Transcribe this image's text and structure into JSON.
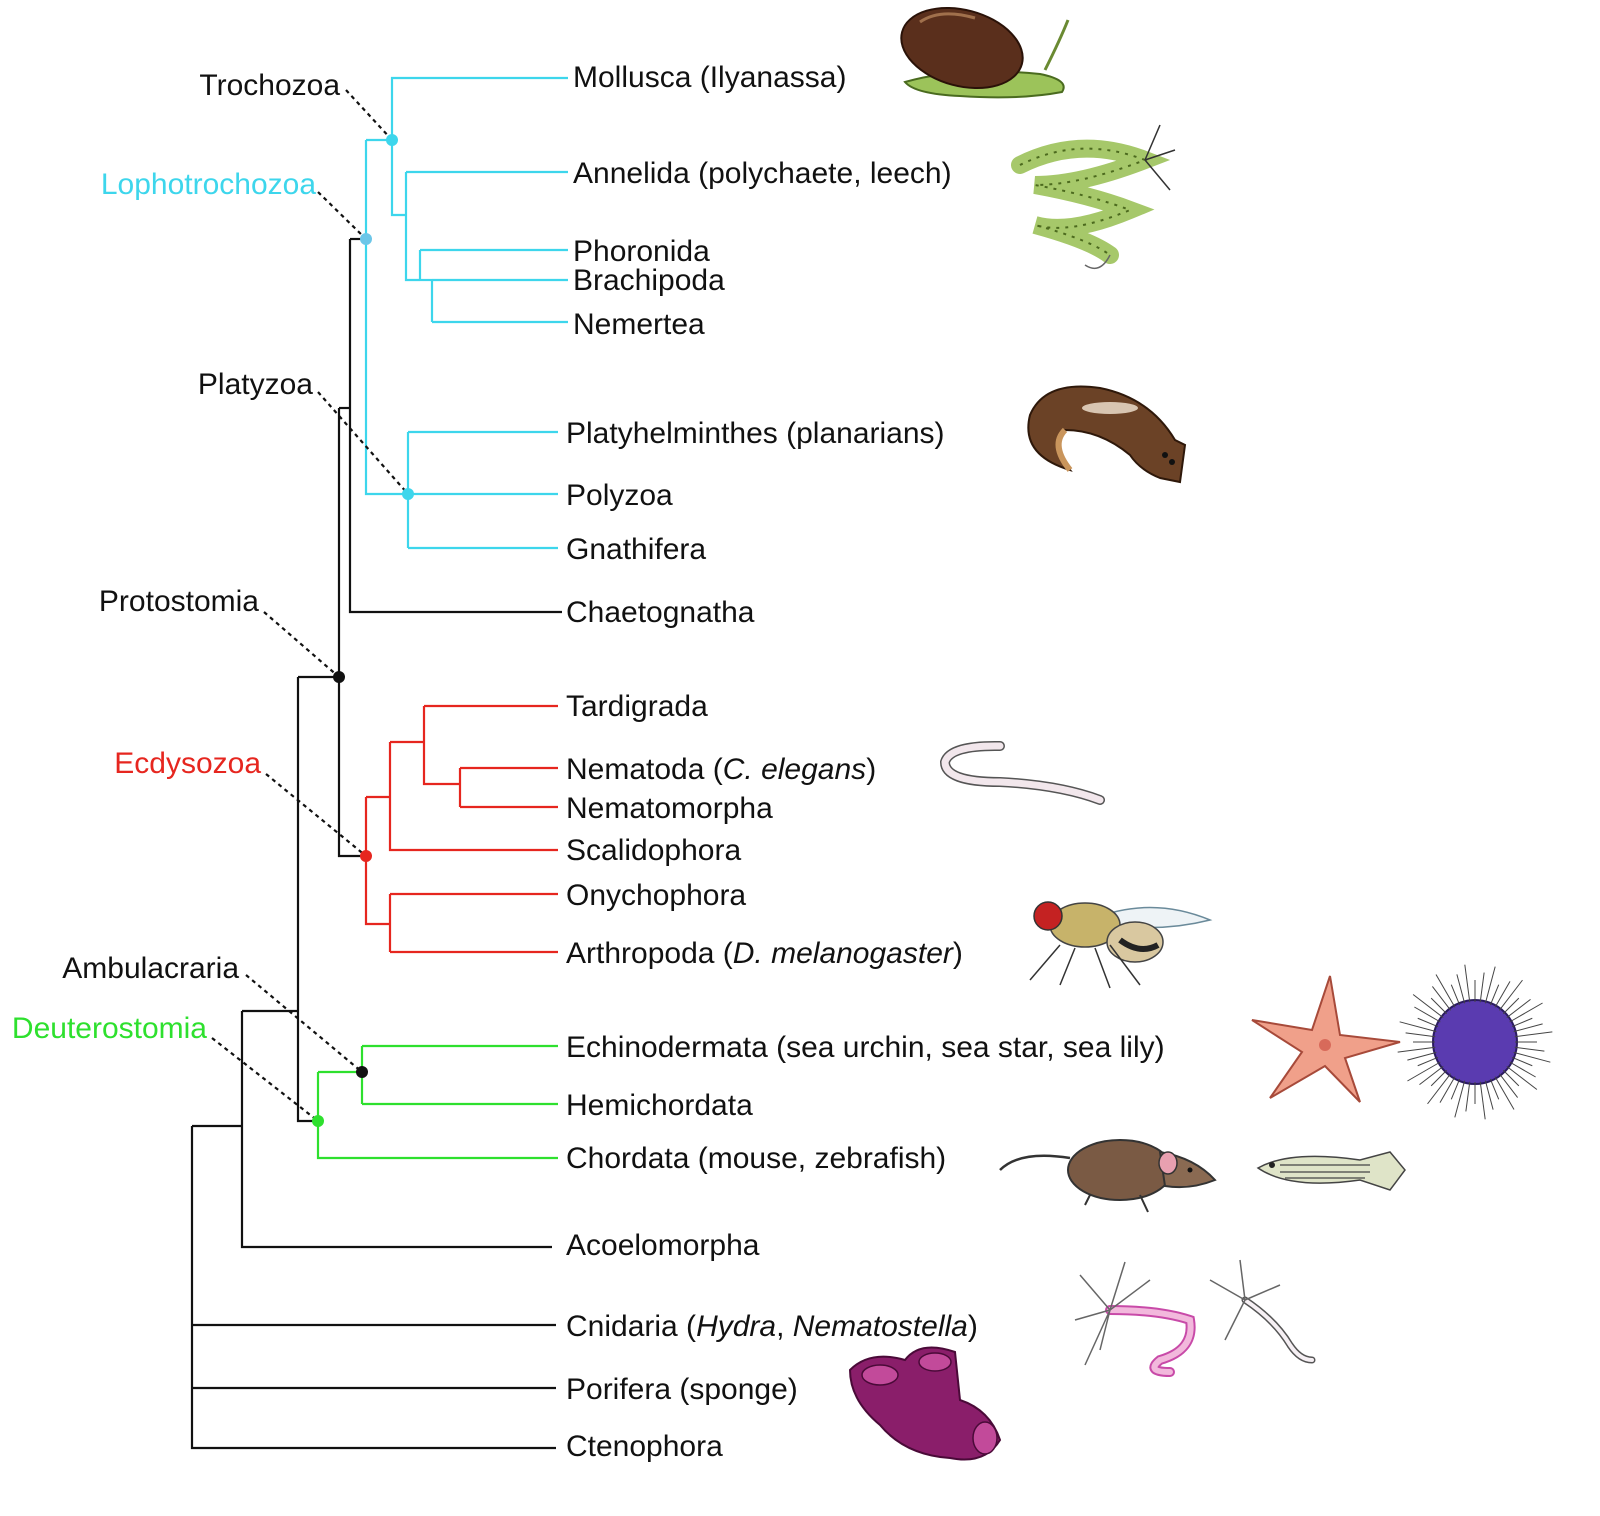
{
  "colors": {
    "black": "#111111",
    "lophotrochozoa": "#3dd6ec",
    "ecdysozoa": "#e6261f",
    "deuterostomia": "#2ee02e"
  },
  "clades": {
    "trochozoa": "Trochozoa",
    "lophotrochozoa": "Lophotrochozoa",
    "platyzoa": "Platyzoa",
    "protostomia": "Protostomia",
    "ecdysozoa": "Ecdysozoa",
    "ambulacraria": "Ambulacraria",
    "deuterostomia": "Deuterostomia"
  },
  "taxa": {
    "mollusca": "Mollusca (Ilyanassa)",
    "annelida": "Annelida (polychaete, leech)",
    "phoronida": "Phoronida",
    "brachipoda": "Brachipoda",
    "nemertea": "Nemertea",
    "platyhelminthes": "Platyhelminthes (planarians)",
    "polyzoa": "Polyzoa",
    "gnathifera": "Gnathifera",
    "chaetognatha": "Chaetognatha",
    "tardigrada": "Tardigrada",
    "nematoda_a": "Nematoda (",
    "nematoda_b": "C. elegans",
    "nematoda_c": ")",
    "nematomorpha": "Nematomorpha",
    "scalidophora": "Scalidophora",
    "onychophora": "Onychophora",
    "arthropoda_a": "Arthropoda (",
    "arthropoda_b": "D. melanogaster",
    "arthropoda_c": ")",
    "echinodermata": "Echinodermata (sea urchin, sea star, sea lily)",
    "hemichordata": "Hemichordata",
    "chordata": "Chordata (mouse, zebrafish)",
    "acoelomorpha": "Acoelomorpha",
    "cnidaria_a": "Cnidaria (",
    "cnidaria_b": "Hydra",
    "cnidaria_c": ", ",
    "cnidaria_d": "Nematostella",
    "cnidaria_e": ")",
    "porifera": "Porifera (sponge)",
    "ctenophora": "Ctenophora"
  }
}
